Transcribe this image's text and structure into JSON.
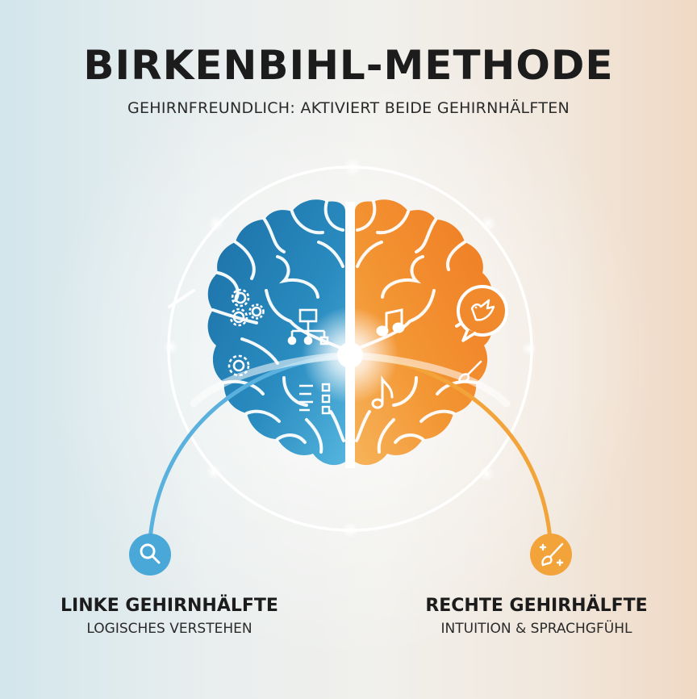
{
  "header": {
    "title": "BIRKENBIHL-METHODE",
    "subtitle": "GEHIRNFREUNDLICH: AKTIVIERT BEIDE GEHIRNHÄLFTEN"
  },
  "brain": {
    "left_hemisphere": {
      "color": "#1f7fb5",
      "icons": [
        "gears-icon",
        "gear-icon",
        "hierarchy-chart-icon",
        "checklist-icon"
      ]
    },
    "right_hemisphere": {
      "color": "#f08a2c",
      "icons": [
        "music-notes-icon",
        "speech-bubble-bird-icon",
        "paintbrush-icon",
        "music-note-icon"
      ]
    }
  },
  "left_side": {
    "title": "LINKE GEHIRNHÄLFTE",
    "subtitle": "LOGISCHES VERSTEHEN",
    "badge_icon": "search-icon",
    "color": "#4aa8d8"
  },
  "right_side": {
    "title": "RECHTE GEHIRHÄLFTE",
    "subtitle": "INTUITION & SPRACHGFÜHL",
    "badge_icon": "paintbrush-sparkle-icon",
    "color": "#f2a33a"
  }
}
